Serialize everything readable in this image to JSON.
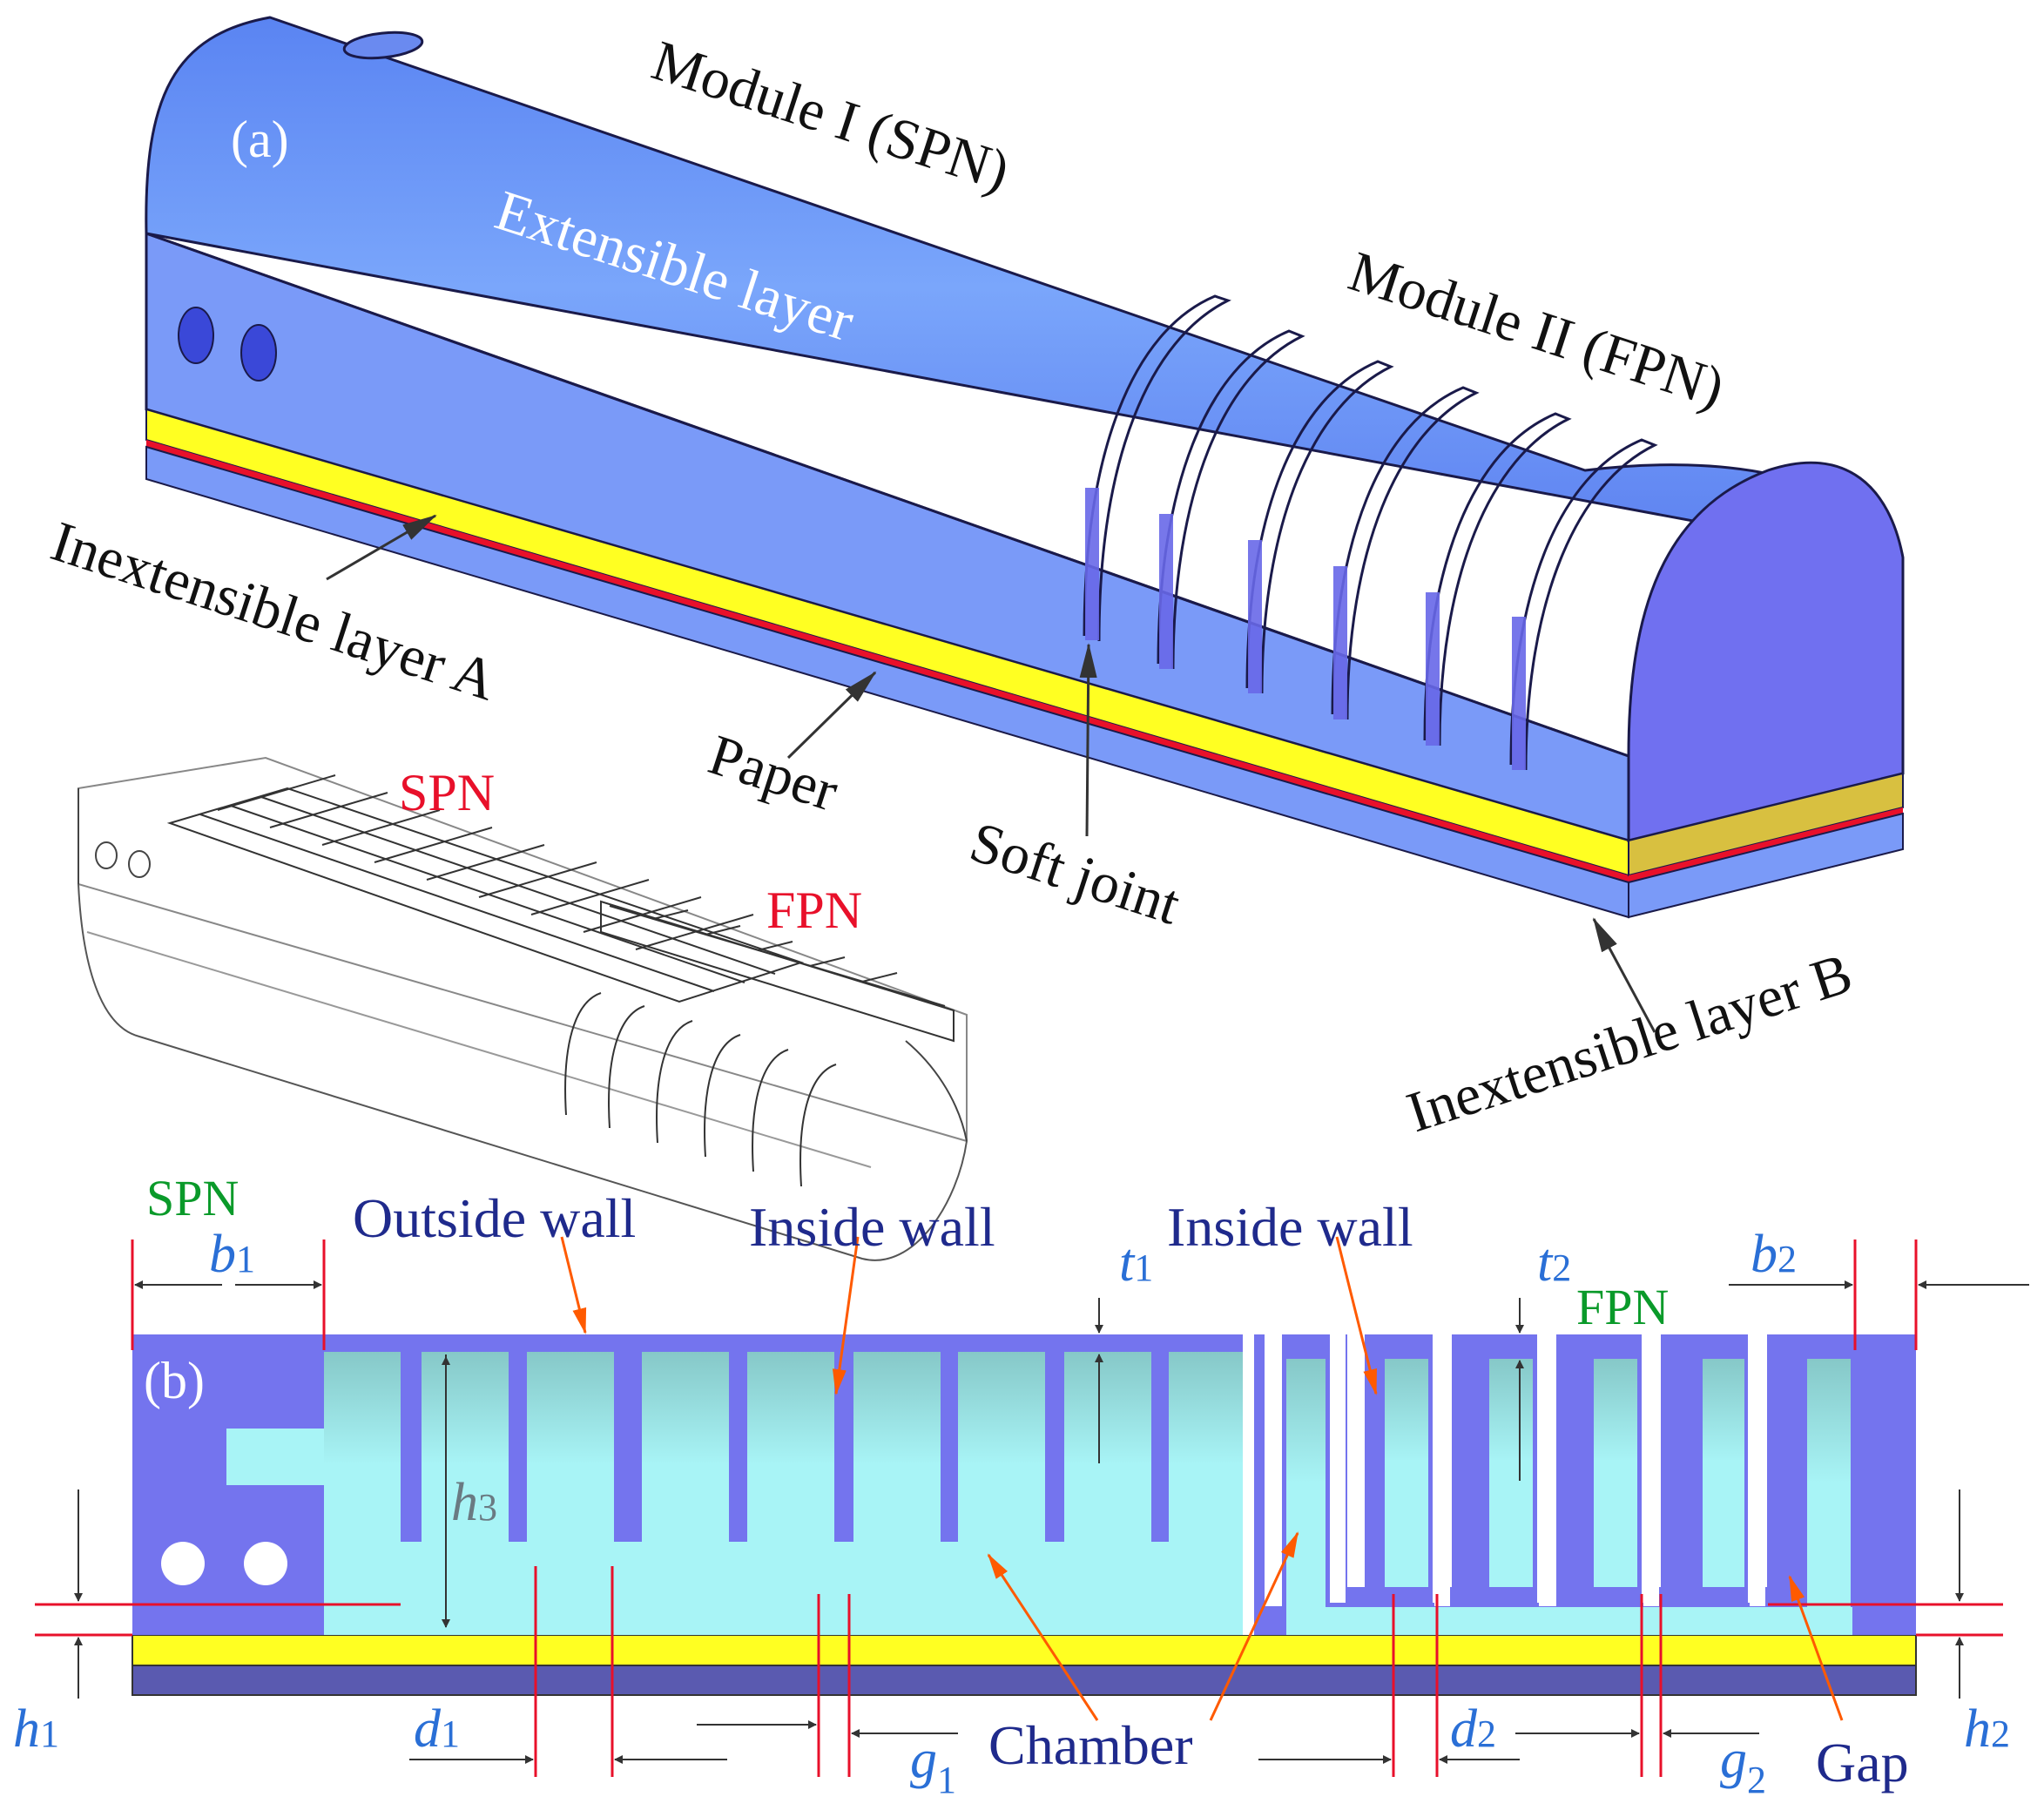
{
  "panel_a": {
    "tag": "(a)",
    "module1": "Module I (SPN)",
    "module2": "Module II (FPN)",
    "extensible": "Extensible layer",
    "inext_a": "Inextensible layer A",
    "paper": "Paper",
    "soft_joint": "Soft joint",
    "inext_b": "Inextensible layer B",
    "inset_spn": "SPN",
    "inset_fpn": "FPN"
  },
  "panel_b": {
    "tag": "(b)",
    "spn": "SPN",
    "fpn": "FPN",
    "outside_wall": "Outside wall",
    "inside_wall_1": "Inside wall",
    "inside_wall_2": "Inside wall",
    "chamber": "Chamber",
    "gap": "Gap",
    "b1": "b",
    "b1_sub": "1",
    "b2": "b",
    "b2_sub": "2",
    "t1": "t",
    "t1_sub": "1",
    "t2": "t",
    "t2_sub": "2",
    "h1": "h",
    "h1_sub": "1",
    "h2": "h",
    "h2_sub": "2",
    "h3": "h",
    "h3_sub": "3",
    "d1": "d",
    "d1_sub": "1",
    "d2": "d",
    "d2_sub": "2",
    "g1": "g",
    "g1_sub": "1",
    "g2": "g",
    "g2_sub": "2"
  },
  "colors": {
    "body": "#6f86f5",
    "body_top": "#7a9cf7",
    "body_end": "#7070f0",
    "yellow": "#ffff22",
    "paper_red": "#e8102a",
    "chamber": "#a8f4f6",
    "wall": "#7474ee",
    "base": "#5a5ab0"
  }
}
